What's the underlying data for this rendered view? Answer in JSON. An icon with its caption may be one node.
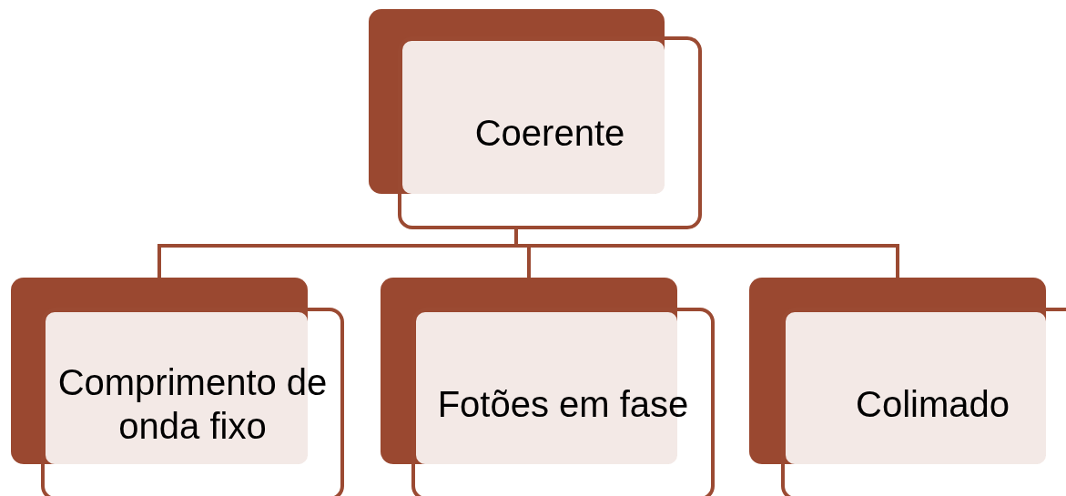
{
  "diagram": {
    "nodes": [
      {
        "text": [
          "Coerente"
        ]
      },
      {
        "text": [
          "Comprimento de onda fixo"
        ]
      },
      {
        "text": [
          "Fotões em fase"
        ]
      },
      {
        "text": [
          "Colimado"
        ]
      }
    ],
    "edges": [
      {
        "from": 0,
        "to": 1,
        "arrow": "none"
      },
      {
        "from": 0,
        "to": 2,
        "arrow": "none"
      },
      {
        "from": 0,
        "to": 3,
        "arrow": "none"
      }
    ]
  }
}
